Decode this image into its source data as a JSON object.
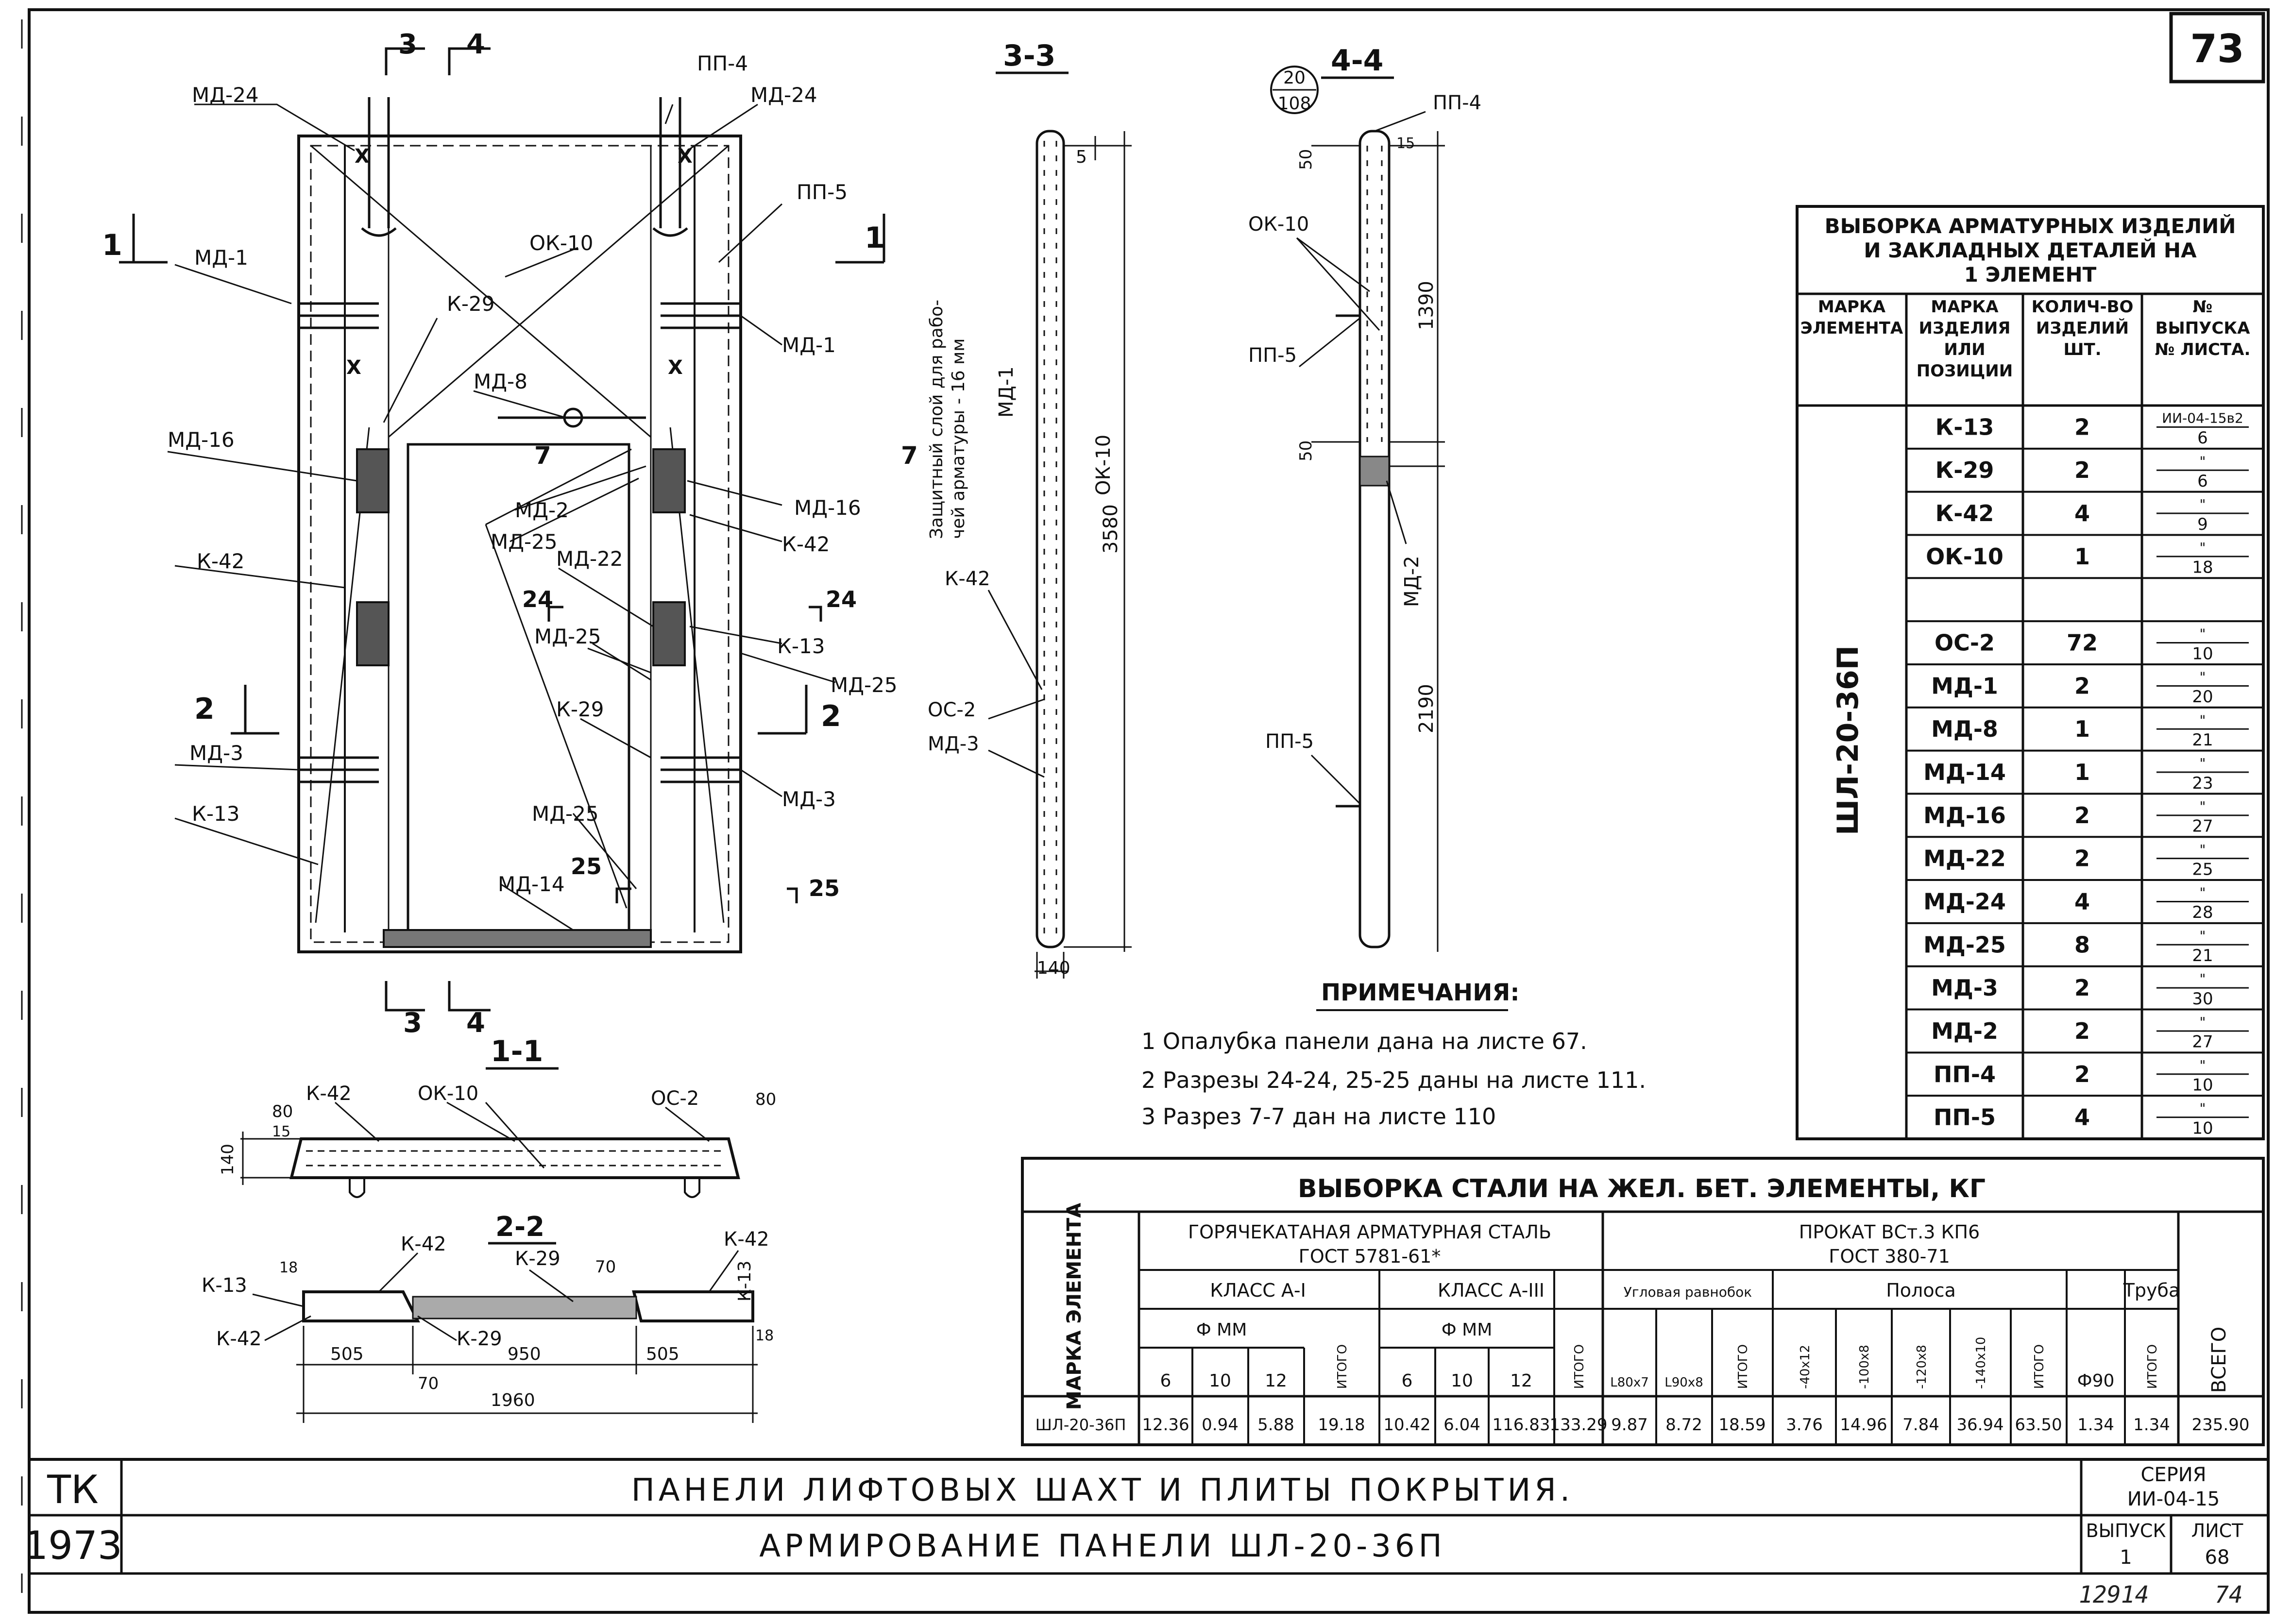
{
  "sheet_number": "73",
  "handwritten_number": "12914",
  "handwritten_suffix": "74",
  "drawing": {
    "section_cut_1": "1",
    "section_cut_2": "2",
    "section_cut_3": "3",
    "section_cut_4": "4",
    "section_cut_7": "7",
    "section_cut_24": "24",
    "section_cut_25": "25",
    "labels_plan": {
      "md24_left": "МД-24",
      "md24_right": "МД-24",
      "pp4": "ПП-4",
      "pp5": "ПП-5",
      "md1_left": "МД-1",
      "md1_right": "МД-1",
      "ok10": "ОК-10",
      "k29_top": "К-29",
      "md8": "МД-8",
      "md16_left": "МД-16",
      "md16_right": "МД-16",
      "md2": "МД-2",
      "md25_a": "МД-25",
      "md22": "МД-22",
      "k42_left": "К-42",
      "k42_right": "К-42",
      "k13_right": "К-13",
      "md25_b": "МД-25",
      "md25_c": "МД-25",
      "k29_mid": "К-29",
      "md3_left": "МД-3",
      "md3_right": "МД-3",
      "k13_left": "К-13",
      "md25_d": "МД-25",
      "md14": "МД-14"
    },
    "section_33": {
      "title": "3-3",
      "cover_note_line1": "Защитный слой для рабо-",
      "cover_note_line2": "чей арматуры - 16 мм",
      "md1": "МД-1",
      "ok10": "ОК-10",
      "k42": "К-42",
      "oc2": "ОС-2",
      "md3": "МД-3",
      "dim_5": "5",
      "dim_3580": "3580",
      "dim_140": "140"
    },
    "section_44": {
      "title": "4-4",
      "ref_top": "20",
      "ref_bottom": "108",
      "pp4": "ПП-4",
      "ok10": "ОК-10",
      "pp5_a": "ПП-5",
      "md2": "МД-2",
      "pp5_b": "ПП-5",
      "dim_50a": "50",
      "dim_15": "15",
      "dim_1390": "1390",
      "dim_50b": "50",
      "dim_2190": "2190"
    },
    "section_11": {
      "title": "1-1",
      "k42": "К-42",
      "ok10": "ОК-10",
      "oc2": "ОС-2",
      "dim_80a": "80",
      "dim_15": "15",
      "dim_140": "140",
      "dim_80b": "80"
    },
    "section_22": {
      "title": "2-2",
      "k42_a": "К-42",
      "k29": "К-29",
      "k42_b": "К-42",
      "k13_a": "К-13",
      "k42_c": "К-42",
      "k29_b": "К-29",
      "k13_b": "К-13",
      "dim_18a": "18",
      "dim_70a": "70",
      "dim_505a": "505",
      "dim_950": "950",
      "dim_505b": "505",
      "dim_18b": "18",
      "dim_70b": "70",
      "dim_1960": "1960"
    }
  },
  "notes": {
    "title": "ПРИМЕЧАНИЯ:",
    "items": [
      "1 Опалубка панели дана на листе 67.",
      "2 Разрезы 24-24, 25-25 даны на листе 111.",
      "3 Разрез 7-7 дан на листе 110"
    ]
  },
  "products_table": {
    "title_line1": "ВЫБОРКА АРМАТУРНЫХ ИЗДЕЛИЙ",
    "title_line2": "И ЗАКЛАДНЫХ ДЕТАЛЕЙ НА",
    "title_line3": "1 ЭЛЕМЕНТ",
    "headers": [
      "МАРКА ЭЛЕМЕНТА",
      "МАРКА ИЗДЕЛИЯ ИЛИ ПОЗИЦИИ",
      "КОЛИЧ-ВО ИЗДЕЛИЙ ШТ.",
      "№ ВЫПУСКА № ЛИСТА."
    ],
    "element": "ШЛ-20-36П",
    "rows": [
      {
        "mark": "К-13",
        "qty": "2",
        "issue": "ИИ-04-15в2",
        "sheet": "6"
      },
      {
        "mark": "К-29",
        "qty": "2",
        "issue": "\"",
        "sheet": "6"
      },
      {
        "mark": "К-42",
        "qty": "4",
        "issue": "\"",
        "sheet": "9"
      },
      {
        "mark": "ОК-10",
        "qty": "1",
        "issue": "\"",
        "sheet": "18"
      },
      {
        "mark": "",
        "qty": "",
        "issue": "",
        "sheet": ""
      },
      {
        "mark": "ОС-2",
        "qty": "72",
        "issue": "\"",
        "sheet": "10"
      },
      {
        "mark": "МД-1",
        "qty": "2",
        "issue": "\"",
        "sheet": "20"
      },
      {
        "mark": "МД-8",
        "qty": "1",
        "issue": "\"",
        "sheet": "21"
      },
      {
        "mark": "МД-14",
        "qty": "1",
        "issue": "\"",
        "sheet": "23"
      },
      {
        "mark": "МД-16",
        "qty": "2",
        "issue": "\"",
        "sheet": "27"
      },
      {
        "mark": "МД-22",
        "qty": "2",
        "issue": "\"",
        "sheet": "25"
      },
      {
        "mark": "МД-24",
        "qty": "4",
        "issue": "\"",
        "sheet": "28"
      },
      {
        "mark": "МД-25",
        "qty": "8",
        "issue": "\"",
        "sheet": "21"
      },
      {
        "mark": "МД-3",
        "qty": "2",
        "issue": "\"",
        "sheet": "30"
      },
      {
        "mark": "МД-2",
        "qty": "2",
        "issue": "\"",
        "sheet": "27"
      },
      {
        "mark": "ПП-4",
        "qty": "2",
        "issue": "\"",
        "sheet": "10"
      },
      {
        "mark": "ПП-5",
        "qty": "4",
        "issue": "\"",
        "sheet": "10"
      }
    ]
  },
  "steel_table": {
    "title": "ВЫБОРКА СТАЛИ НА ЖЕЛ. БЕТ. ЭЛЕМЕНТЫ, КГ",
    "h_mark": "МАРКА ЭЛЕМЕНТА",
    "h_hot_line1": "ГОРЯЧЕКАТАНАЯ АРМАТУРНАЯ СТАЛЬ",
    "h_hot_line2": "ГОСТ 5781-61*",
    "h_rolled_line1": "ПРОКАТ ВСт.3 КП6",
    "h_rolled_line2": "ГОСТ 380-71",
    "h_total": "ВСЕГО",
    "h_class1": "КЛАСС А-I",
    "h_class3": "КЛАСС А-III",
    "h_angle": "Угловая равнобок",
    "h_strip": "Полоса",
    "h_pipe": "Труба",
    "h_phi1": "Ф ММ",
    "h_phi3": "Ф ММ",
    "h_itogo": "ИТОГО",
    "sub": [
      "6",
      "10",
      "12",
      "ИТОГО",
      "6",
      "10",
      "12",
      "ИТОГО",
      "L80x7",
      "L90x8",
      "ИТОГО",
      "-40x12",
      "-100x8",
      "-120x8",
      "-140x10",
      "ИТОГО",
      "Ф90",
      "ИТОГО"
    ],
    "row": [
      "ШЛ-20-36П",
      "12.36",
      "0.94",
      "5.88",
      "19.18",
      "10.42",
      "6.04",
      "116.83",
      "133.29",
      "9.87",
      "8.72",
      "18.59",
      "3.76",
      "14.96",
      "7.84",
      "36.94",
      "63.50",
      "1.34",
      "1.34",
      "235.90"
    ]
  },
  "title_block": {
    "org": "ТК",
    "year": "1973",
    "title_line1": "ПАНЕЛИ ЛИФТОВЫХ ШАХТ И ПЛИТЫ ПОКРЫТИЯ.",
    "title_line2": "АРМИРОВАНИЕ ПАНЕЛИ ШЛ-20-36П",
    "series_label": "СЕРИЯ",
    "series_value": "ИИ-04-15",
    "issue_label": "ВЫПУСК",
    "issue_value": "1",
    "sheet_label": "ЛИСТ",
    "sheet_value": "68"
  }
}
